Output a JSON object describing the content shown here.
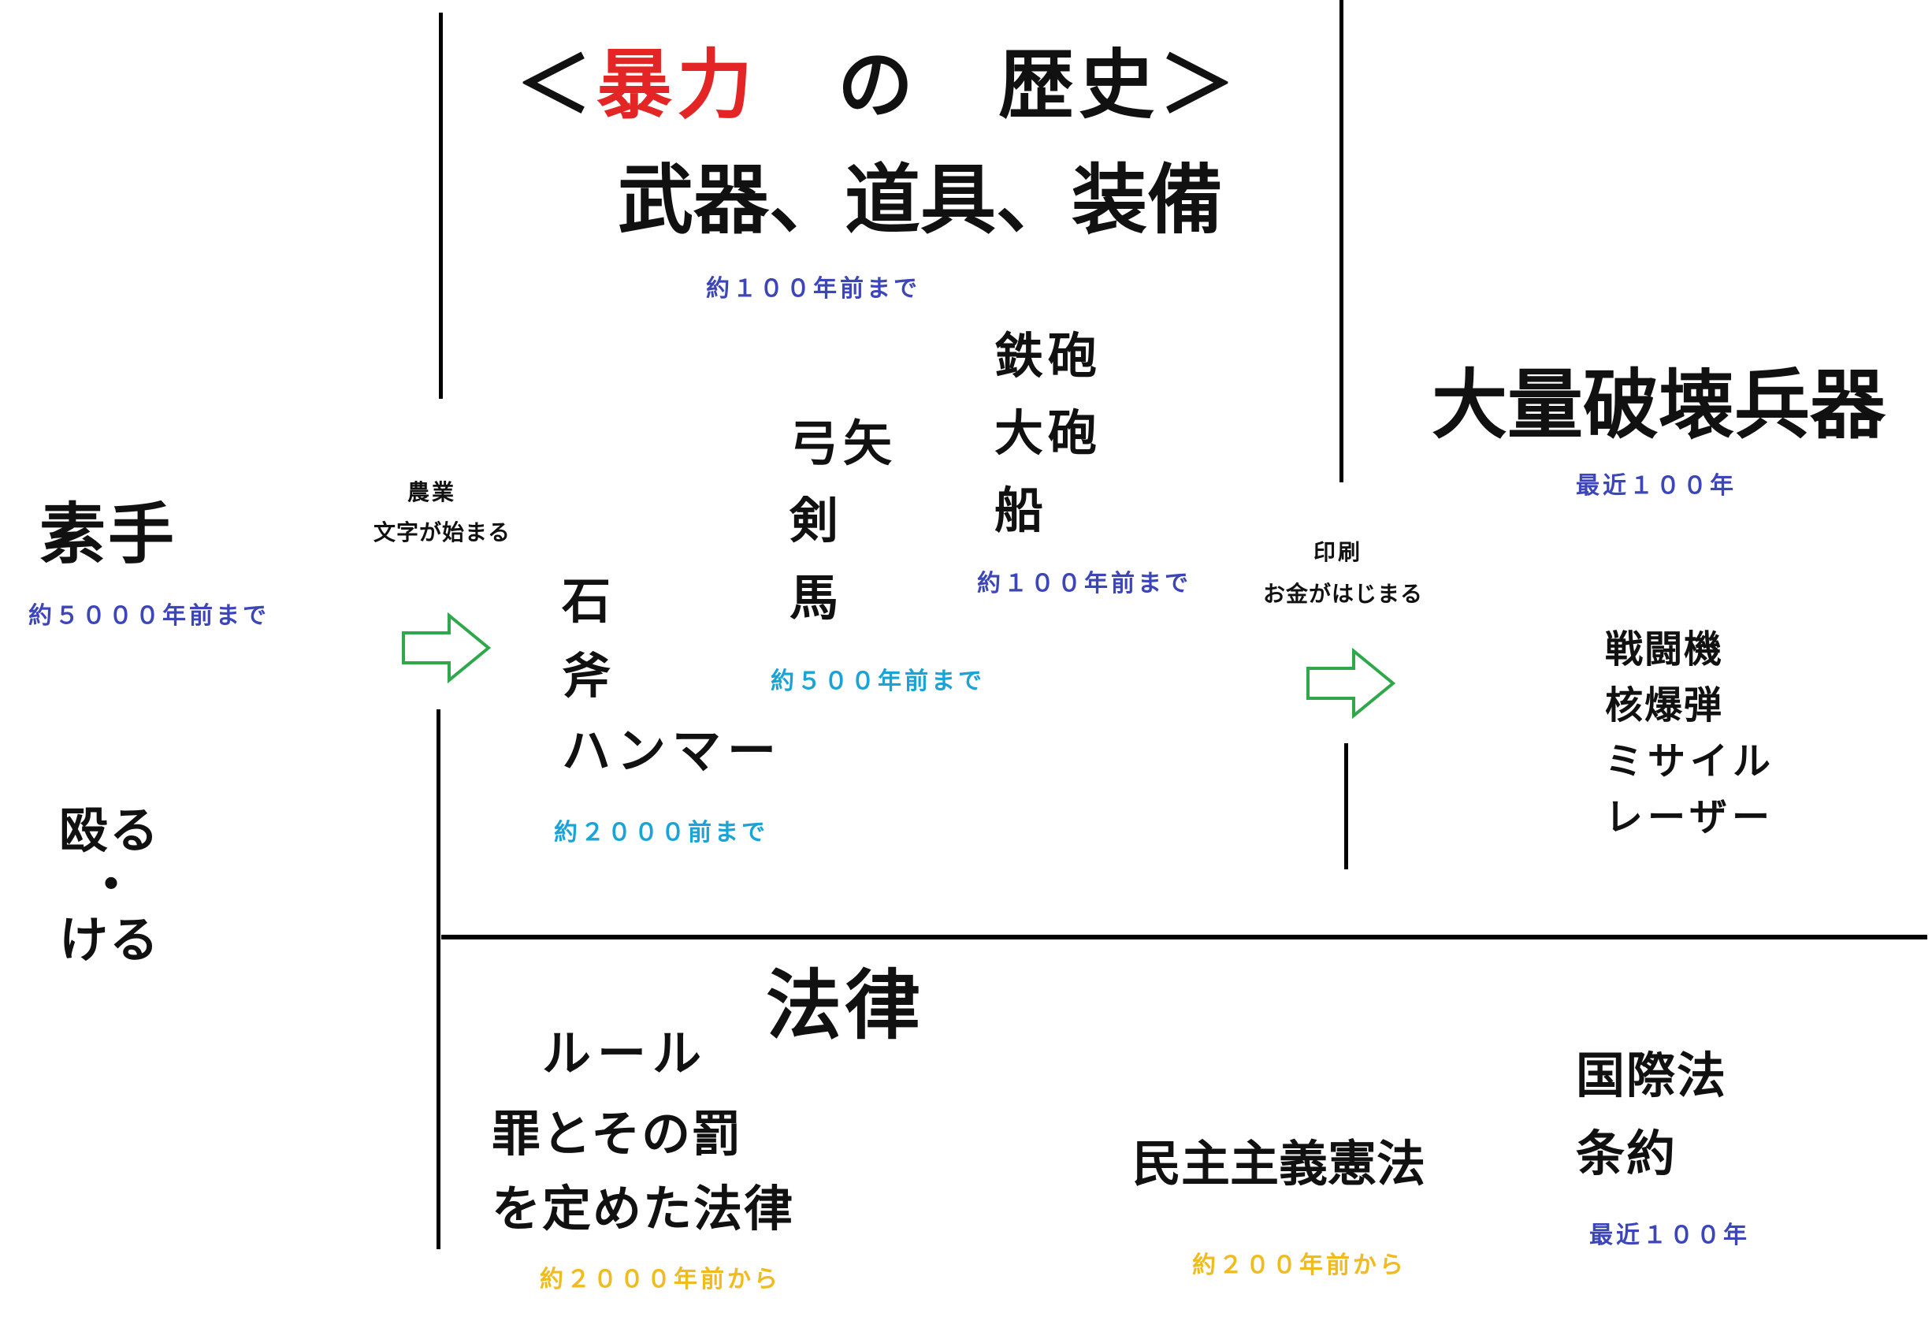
{
  "title": {
    "open": "＜",
    "red": "暴力",
    "rest": "　の　歴史",
    "close": "＞"
  },
  "weapons": {
    "header": "武器、道具、装備",
    "header_period": "約１００年前まで"
  },
  "bare_hands": {
    "label": "素手",
    "period": "約５０００年前まで",
    "action_line1": "殴る",
    "dot": "・",
    "action_line2": "ける"
  },
  "transition1": {
    "line1": "農業",
    "line2": "文字が始まる",
    "arrow_icon": "right-arrow-icon"
  },
  "transition2": {
    "line1": "印刷",
    "line2": "お金がはじまる",
    "arrow_icon": "right-arrow-icon"
  },
  "era_stone": {
    "items": [
      "石",
      "斧",
      "ハンマー"
    ],
    "period": "約２０００前まで"
  },
  "era_bow": {
    "items": [
      "弓矢",
      "剣",
      "馬"
    ],
    "period": "約５００年前まで"
  },
  "era_gun": {
    "items": [
      "鉄砲",
      "大砲",
      "船"
    ],
    "period": "約１００年前まで"
  },
  "mass_destruction": {
    "header": "大量破壊兵器",
    "period": "最近１００年",
    "items": [
      "戦闘機",
      "核爆弾",
      "ミサイル",
      "レーザー"
    ]
  },
  "law": {
    "header": "法律",
    "rule": "ルール",
    "crime_line1": "罪とその罰",
    "crime_line2": "を定めた法律",
    "crime_period": "約２０００年前から",
    "democracy": "民主主義憲法",
    "democracy_period": "約２００年前から",
    "intl_line1": "国際法",
    "intl_line2": "条約",
    "intl_period": "最近１００年"
  },
  "colors": {
    "red": "#e42525",
    "navy": "#3d46b8",
    "cyan": "#19a3d6",
    "yellow": "#f0bb1e",
    "arrow_green": "#2ea84a",
    "line": "#000000"
  }
}
